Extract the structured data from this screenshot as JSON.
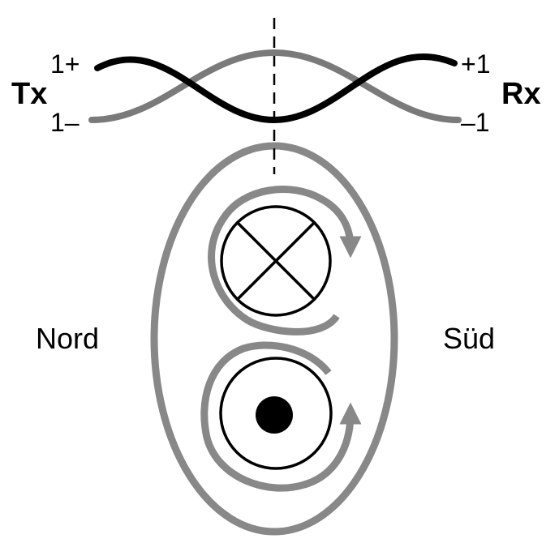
{
  "labels": {
    "tx": "Tx",
    "rx": "Rx",
    "tx_plus": "1+",
    "tx_minus": "1–",
    "rx_plus": "+1",
    "rx_minus": "–1",
    "north": "Nord",
    "south": "Süd"
  },
  "colors": {
    "background": "#ffffff",
    "signal_positive": "#000000",
    "signal_negative": "#7a7a7a",
    "field_lines": "#888888",
    "conductor_outline": "#000000"
  },
  "symbols": {
    "upper_conductor": "current-into-page-cross-icon",
    "lower_conductor": "current-out-of-page-dot-icon"
  }
}
